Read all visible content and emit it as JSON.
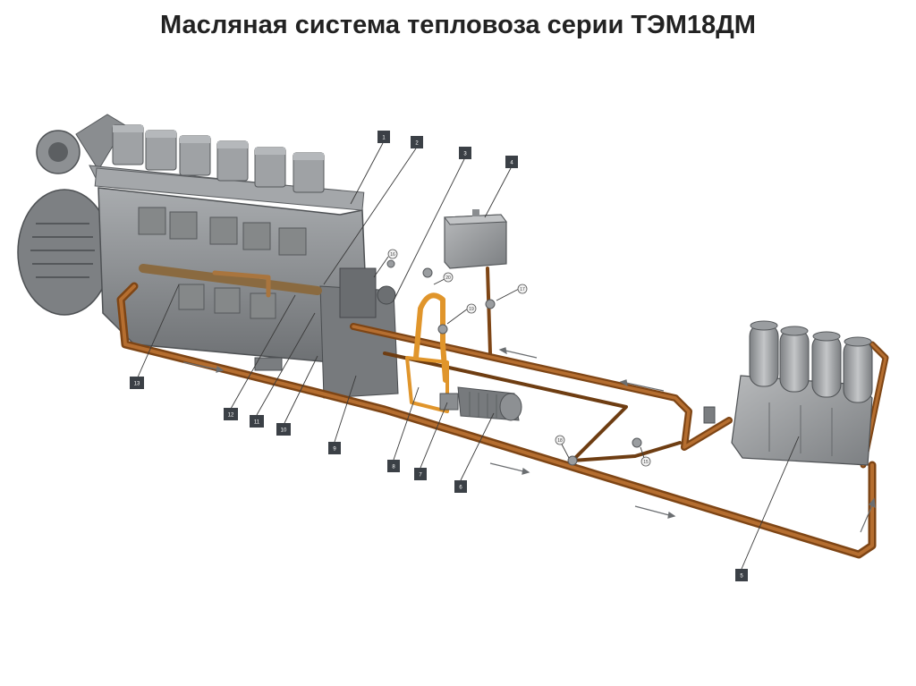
{
  "title": "Масляная система тепловоза серии ТЭМ18ДМ",
  "labels": [
    "1",
    "2",
    "3",
    "4",
    "5",
    "6",
    "7",
    "8",
    "9",
    "10",
    "11",
    "12",
    "13"
  ],
  "badges": [
    "16",
    "20",
    "19",
    "17",
    "18",
    "15"
  ],
  "colors": {
    "pipe": "#9a5a22",
    "pipe_hi": "#c07a3a",
    "pump_pipe": "#e39a2e",
    "engine": "#8c8f92",
    "engine_dark": "#5f6265",
    "tag": "#3b4046"
  }
}
